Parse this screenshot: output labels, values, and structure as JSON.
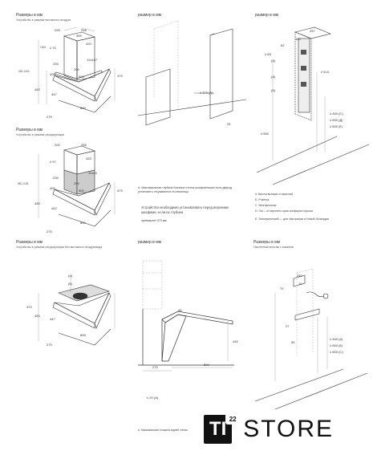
{
  "panel1": {
    "title": "Размеры в мм",
    "subtitle": "Устройство в режиме вытяжного воздуха",
    "dims": [
      "200",
      "258",
      "399",
      "≥ 70",
      "420",
      "12x157",
      "235",
      "290",
      "400",
      "500",
      "1069",
      "656-1066",
      "479",
      "447",
      "450",
      "890",
      "275"
    ]
  },
  "panel2": {
    "title": "размер в мм",
    "dims": [
      "≥ 370 (А)",
      "25"
    ]
  },
  "panel3": {
    "title": "размер в мм",
    "dims": [
      "257",
      "160",
      "62",
      "≥ 65",
      "(А)",
      "(А)",
      "(Б)",
      "≥ 510",
      "≥ 550",
      "≥ 450 (C)",
      "≥ 650 (Д)",
      "≥ 600 (Е)"
    ]
  },
  "panel4": {
    "title": "Размеры в мм",
    "subtitle": "Устройство в режиме рециркуляции",
    "dims": [
      "200",
      "258",
      "≥ 97",
      "420",
      "12x20",
      "235",
      "290",
      "400",
      "500",
      "882-1185",
      "479",
      "442",
      "450",
      "890",
      "275"
    ]
  },
  "panel5": {
    "note1": "А. Максимальная глубина боковых стенок шкафов/ниши/ если дверцу установить открываются столешницы",
    "note2": "Устройство необходимо устанавливать перед верхними шкафами, если их глубина",
    "note3": "превышает 370 мм"
  },
  "panel6": {
    "note1": "А. Высота вытяжки от варочной",
    "note2": "Б. Розетка",
    "note3": "С. Электрическая",
    "note4": "D. Газ – от верхнего края конфорки горшка",
    "note5": "Е. Электрический — для Австралии и Новой Зеландии"
  },
  "panel7": {
    "title": "Размеры в мм",
    "subtitle": "Устройство в режиме рециркуляции без вытяжного воздуховода",
    "dims": [
      "(А)",
      "(Б)",
      "479",
      "447",
      "450",
      "890",
      "275"
    ]
  },
  "panel8": {
    "title": "размер в мм",
    "dims": [
      "45",
      "430",
      "275",
      "500",
      "≤ 20 (А)"
    ],
    "note": "А. Максимальная толщина задней стенки"
  },
  "panel9": {
    "title": "Размеры в мм",
    "subtitle": "Настенный монтаж с каминов",
    "dims": [
      "240",
      "10",
      "70",
      "27",
      "55",
      "≥ 450 (А)",
      "≥ 650 (Б)",
      "≥ 600 (C)"
    ]
  },
  "logo": {
    "prefix": "TI",
    "superscript": "22",
    "word": "STORE"
  }
}
